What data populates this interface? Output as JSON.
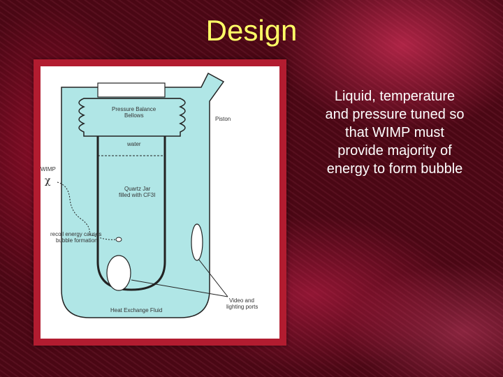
{
  "slide": {
    "title": "Design",
    "description": [
      "Liquid, temperature",
      "and pressure tuned so",
      "that WIMP must",
      "provide majority of",
      "energy to form bubble"
    ]
  },
  "diagram": {
    "labels": {
      "bellows": [
        "Pressure Balance",
        "Bellows"
      ],
      "piston": "Piston",
      "water": "water",
      "wimp": "WIMP",
      "chi": "χ",
      "jar": [
        "Quartz Jar",
        "filled with CF3I"
      ],
      "recoil": [
        "recoil energy causes",
        "bubble formation"
      ],
      "video": [
        "Video and",
        "lighting ports"
      ],
      "fluid": "Heat Exchange Fluid"
    },
    "colors": {
      "vessel": "#b0e6e6",
      "outline": "#222222",
      "frame": "#b21c30",
      "title": "#ffff66"
    }
  }
}
